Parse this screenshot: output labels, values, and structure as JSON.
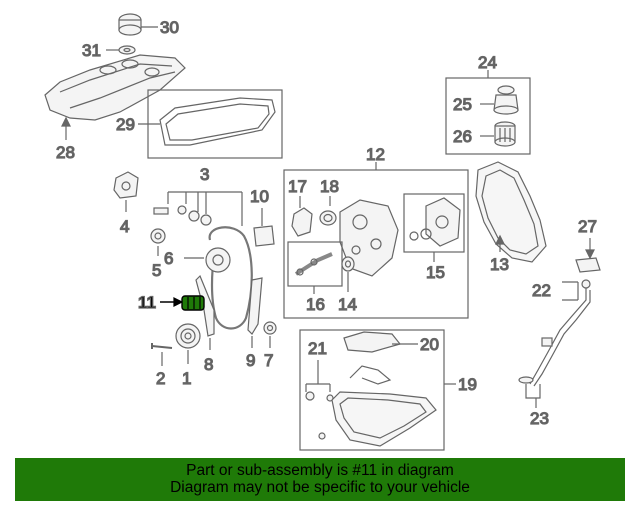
{
  "callouts": {
    "c1": "1",
    "c2": "2",
    "c3": "3",
    "c4": "4",
    "c5": "5",
    "c6": "6",
    "c7": "7",
    "c8": "8",
    "c9": "9",
    "c10": "10",
    "c11": "11",
    "c12": "12",
    "c13": "13",
    "c14": "14",
    "c15": "15",
    "c16": "16",
    "c17": "17",
    "c18": "18",
    "c19": "19",
    "c20": "20",
    "c21": "21",
    "c22": "22",
    "c23": "23",
    "c24": "24",
    "c25": "25",
    "c26": "26",
    "c27": "27",
    "c28": "28",
    "c29": "29",
    "c30": "30",
    "c31": "31"
  },
  "highlight": {
    "part_number": "11",
    "color": "#1f7a08"
  },
  "banner": {
    "line1": "Part or sub-assembly is #11 in diagram",
    "line2": "Diagram may not be specific to your vehicle",
    "background": "#1f7a08"
  }
}
